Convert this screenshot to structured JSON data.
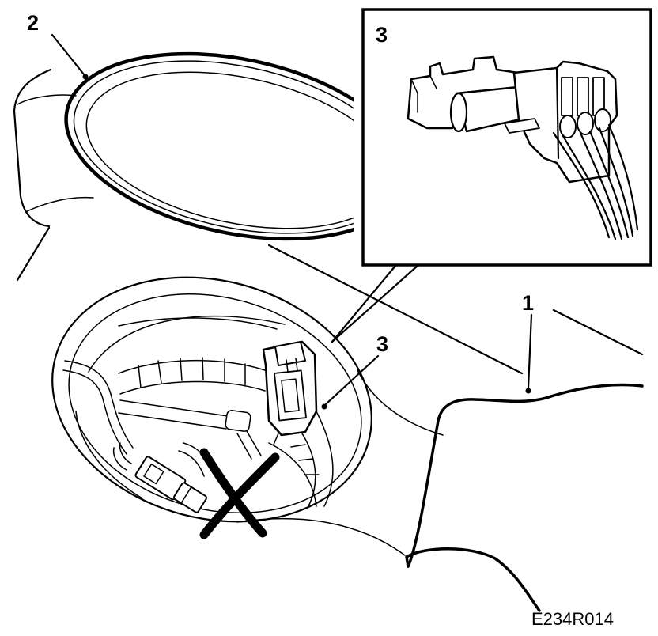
{
  "callouts": {
    "label_1": "1",
    "label_2": "2",
    "label_3": "3",
    "label_3_inset": "3"
  },
  "figure_id": "E234R014",
  "colors": {
    "line": "#000000",
    "background": "#ffffff"
  },
  "icons": {
    "crossed_out_connector": "x-mark-icon"
  }
}
